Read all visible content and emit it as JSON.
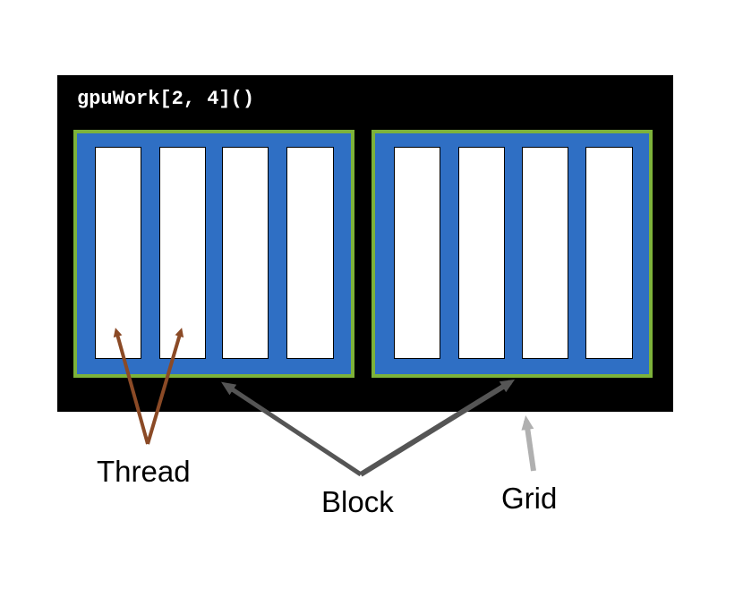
{
  "code_label": "gpuWork[2, 4]()",
  "blocks": [
    {
      "threads": 4
    },
    {
      "threads": 4
    }
  ],
  "captions": {
    "thread": "Thread",
    "block": "Block",
    "grid": "Grid"
  },
  "colors": {
    "grid_background": "#000000",
    "block_fill": "#2f6fc4",
    "block_border": "#7db23a",
    "thread_fill": "#ffffff",
    "thread_arrow": "#8b4a26",
    "block_arrow": "#555555",
    "grid_arrow": "#b0b0b0"
  }
}
